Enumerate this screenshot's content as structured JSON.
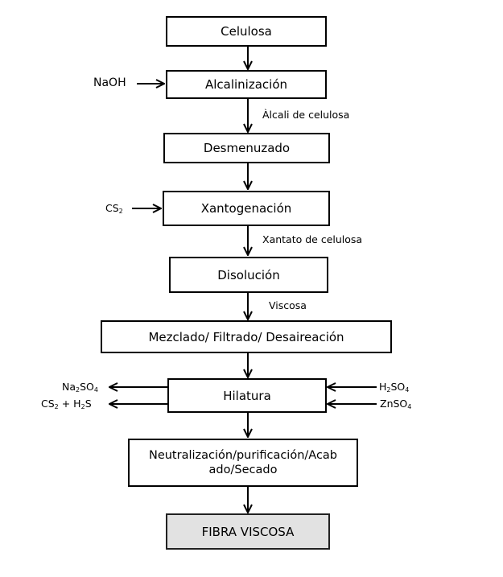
{
  "steps": [
    {
      "id": "celulosa",
      "label": "Celulosa"
    },
    {
      "id": "alcalinizacion",
      "label": "Alcalinización"
    },
    {
      "id": "desmenuzado",
      "label": "Desmenuzado"
    },
    {
      "id": "xantogenacion",
      "label": "Xantogenación"
    },
    {
      "id": "disolucion",
      "label": "Disolución"
    },
    {
      "id": "mezclado",
      "label": "Mezclado/ Filtrado/ Desaireación"
    },
    {
      "id": "hilatura",
      "label": "Hilatura"
    },
    {
      "id": "neutralizacion",
      "label": "Neutralización/purificación/Acab ado/Secado"
    },
    {
      "id": "fibra",
      "label": "FIBRA VISCOSA"
    }
  ],
  "flow_labels": {
    "alcali": "Àlcali de celulosa",
    "xantato": "Xantato de celulosa",
    "viscosa": "Viscosa"
  },
  "inputs": {
    "naoh": "NaOH",
    "cs2": {
      "base": "CS",
      "sub": "2"
    },
    "h2so4": {
      "a": "H",
      "sub1": "2",
      "b": "SO",
      "sub2": "4"
    },
    "znso4": {
      "a": "ZnSO",
      "sub": "4"
    }
  },
  "outputs": {
    "na2so4": {
      "a": "Na",
      "sub1": "2",
      "b": "SO",
      "sub2": "4"
    },
    "cs2_h2s": {
      "a": "CS",
      "sub1": "2",
      "b": " + H",
      "sub2": "2",
      "c": "S"
    }
  }
}
